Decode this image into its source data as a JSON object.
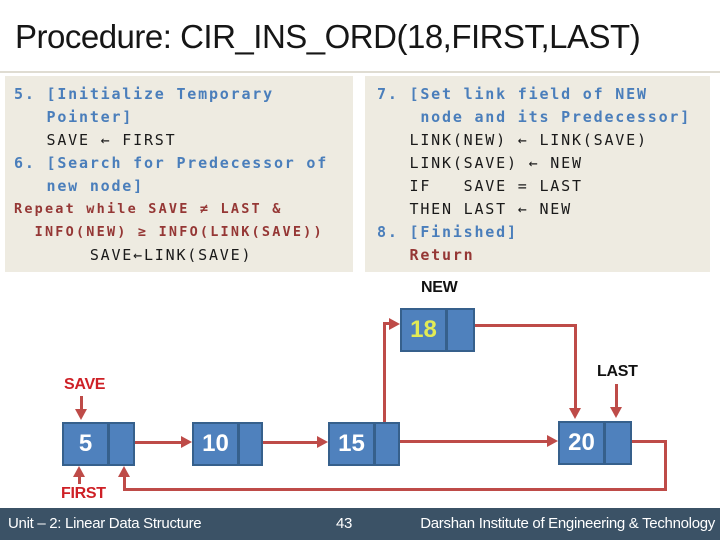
{
  "title": "Procedure: CIR_INS_ORD(18,FIRST,LAST)",
  "colors": {
    "code_blue": "#4A7EBB",
    "code_maroon": "#953735",
    "code_black": "#1a1a1a",
    "box_background": "#EEEBE1",
    "node_fill": "#4F81BD",
    "node_border": "#36608C",
    "new_value_yellow": "#E2EB55",
    "arrow_red": "#BE4B48",
    "pointer_label_red": "#CE2026",
    "footer_background": "#3B5266"
  },
  "code_left": {
    "lines": [
      {
        "text": "5. [Initialize Temporary",
        "style": "blue"
      },
      {
        "text": "   Pointer]",
        "style": "blue"
      },
      {
        "text": "   SAVE ← FIRST",
        "style": "black"
      },
      {
        "text": "6. [Search for Predecessor of",
        "style": "blue"
      },
      {
        "text": "   new node]",
        "style": "blue"
      },
      {
        "text": "Repeat while SAVE ≠ LAST &",
        "style": "maroon"
      },
      {
        "text": "  INFO(NEW) ≥ INFO(LINK(SAVE))",
        "style": "maroon"
      },
      {
        "text": "       SAVE←LINK(SAVE)",
        "style": "black"
      }
    ]
  },
  "code_right": {
    "lines": [
      {
        "text": "7. [Set link field of NEW",
        "style": "blue"
      },
      {
        "text": "    node and its Predecessor]",
        "style": "blue"
      },
      {
        "text": "   LINK(NEW) ← LINK(SAVE)",
        "style": "black"
      },
      {
        "text": "   LINK(SAVE) ← NEW",
        "style": "black"
      },
      {
        "text": "   IF   SAVE = LAST",
        "style": "black"
      },
      {
        "text": "   THEN LAST ← NEW",
        "style": "black"
      },
      {
        "text": "8. [Finished]",
        "style": "blue"
      },
      {
        "text": "   Return",
        "style": "maroon"
      }
    ]
  },
  "diagram": {
    "pointer_labels": {
      "new": "NEW",
      "save": "SAVE",
      "first": "FIRST",
      "last": "LAST"
    },
    "nodes": [
      {
        "value": "18"
      },
      {
        "value": "5"
      },
      {
        "value": "10"
      },
      {
        "value": "15"
      },
      {
        "value": "20"
      }
    ]
  },
  "footer": {
    "left": "Unit – 2: Linear Data Structure",
    "page": "43",
    "right": "Darshan Institute of Engineering & Technology"
  }
}
